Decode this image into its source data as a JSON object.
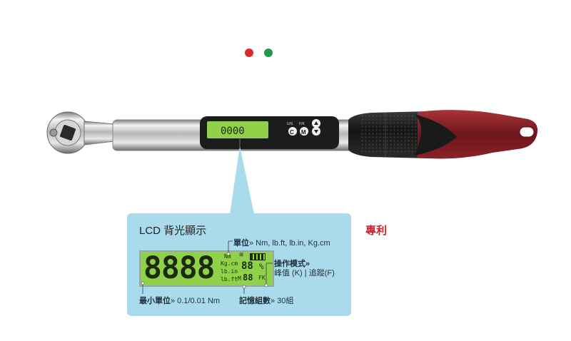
{
  "indicators": [
    {
      "name": "red",
      "color": "#d92b2b"
    },
    {
      "name": "green",
      "color": "#1e9b4a"
    }
  ],
  "wrench": {
    "display_reading": "0000",
    "buttons": {
      "unit_label": "U/S",
      "fk_label": "F/K",
      "c_label": "C",
      "m_label": "M"
    },
    "colors": {
      "grip": "#7c1f24",
      "handle_black": "#1a1a1a",
      "lcd": "#8fd24a"
    }
  },
  "callout": {
    "title": "LCD 背光顯示",
    "lcd": {
      "digits": "8888",
      "units": [
        "Nm",
        "Kg.cm",
        "lb.in",
        "lb.ft"
      ],
      "memory_prefix": "M",
      "memory_digits": "88",
      "fk_label": "FK",
      "percent_digits": "88",
      "percent_sign": "%"
    },
    "unit_label": "單位",
    "unit_values": "» Nm, lb.ft, lb.in, Kg.cm",
    "mode_label": "操作模式»",
    "mode_values": "峰值 (K) | 追蹤(F)",
    "min_unit_label": "最小單位",
    "min_unit_values": "» 0.1/0.01 Nm",
    "memory_label": "記憶組數",
    "memory_values": "» 30組"
  },
  "patent_label": "專利"
}
